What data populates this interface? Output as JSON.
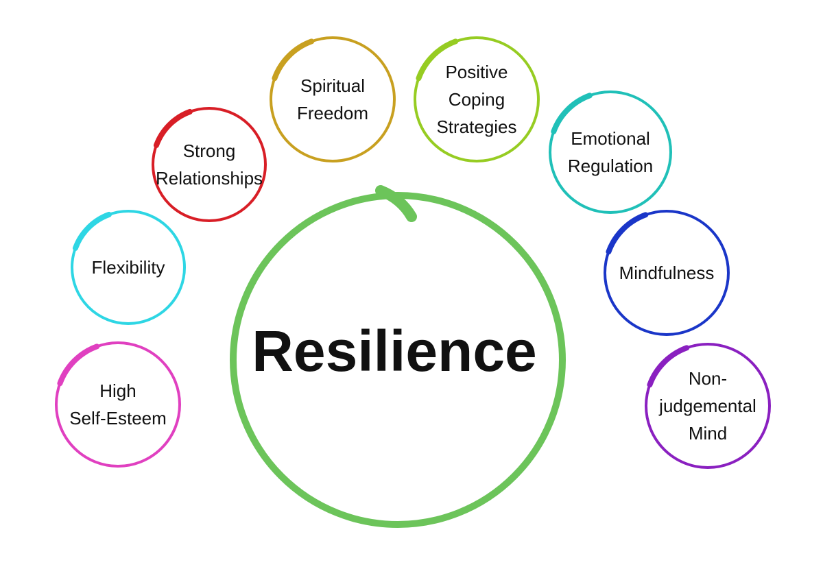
{
  "center": {
    "label": "Resilience",
    "color": "#6cc45a"
  },
  "factors": [
    {
      "id": "high-self-esteem",
      "lines": [
        "High",
        "Self-Esteem"
      ],
      "color": "#e040c0"
    },
    {
      "id": "flexibility",
      "lines": [
        "Flexibility"
      ],
      "color": "#2ed6e4"
    },
    {
      "id": "strong-relationships",
      "lines": [
        "Strong",
        "Relationships"
      ],
      "color": "#d81e26"
    },
    {
      "id": "spiritual-freedom",
      "lines": [
        "Spiritual",
        "Freedom"
      ],
      "color": "#c8a020"
    },
    {
      "id": "positive-coping-strategies",
      "lines": [
        "Positive",
        "Coping",
        "Strategies"
      ],
      "color": "#96cc22"
    },
    {
      "id": "emotional-regulation",
      "lines": [
        "Emotional",
        "Regulation"
      ],
      "color": "#20c0b8"
    },
    {
      "id": "mindfulness",
      "lines": [
        "Mindfulness"
      ],
      "color": "#1a36c8"
    },
    {
      "id": "non-judgemental-mind",
      "lines": [
        "Non-",
        "judgemental",
        "Mind"
      ],
      "color": "#8a20c0"
    }
  ]
}
